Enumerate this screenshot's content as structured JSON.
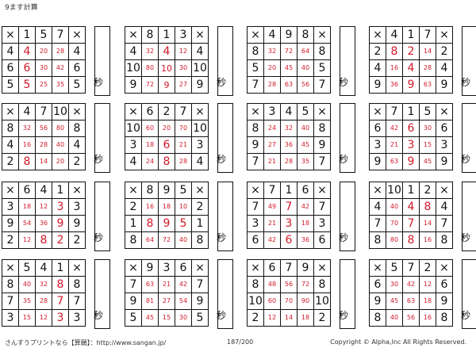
{
  "title": "9ます計算",
  "footer": {
    "left": "さんすうプリントなら【算願】：http://www.sangan.jp/",
    "page": "187/200",
    "right": "Copyright © Alpha,Inc All Rights Reserved."
  },
  "time_label": "秒",
  "operator": "×",
  "colors": {
    "line": "#111111",
    "answer": "#d21a2a"
  },
  "puzzles": [
    {
      "top": [
        "1",
        "5",
        "7"
      ],
      "left": [
        "4",
        "6",
        "5"
      ],
      "right": [
        "4",
        "6",
        "5"
      ],
      "cells": [
        [
          "4",
          "20",
          "28"
        ],
        [
          "6",
          "30",
          "42"
        ],
        [
          "5",
          "25",
          "35"
        ]
      ],
      "big": [
        [
          0,
          0
        ],
        [
          1,
          0
        ],
        [
          2,
          0
        ]
      ]
    },
    {
      "top": [
        "8",
        "1",
        "3"
      ],
      "left": [
        "4",
        "10",
        "9"
      ],
      "right": [
        "4",
        "10",
        "9"
      ],
      "cells": [
        [
          "32",
          "4",
          "12"
        ],
        [
          "80",
          "10",
          "30"
        ],
        [
          "72",
          "9",
          "27"
        ]
      ],
      "big": [
        [
          0,
          1
        ]
      ],
      "mid": [
        [
          1,
          1
        ],
        [
          2,
          1
        ]
      ]
    },
    {
      "top": [
        "4",
        "9",
        "8"
      ],
      "left": [
        "8",
        "5",
        "7"
      ],
      "right": [
        "8",
        "5",
        "7"
      ],
      "cells": [
        [
          "32",
          "72",
          "64"
        ],
        [
          "20",
          "45",
          "40"
        ],
        [
          "28",
          "63",
          "56"
        ]
      ]
    },
    {
      "top": [
        "4",
        "1",
        "7"
      ],
      "left": [
        "2",
        "4",
        "9"
      ],
      "right": [
        "2",
        "4",
        "9"
      ],
      "cells": [
        [
          "8",
          "2",
          "14"
        ],
        [
          "16",
          "4",
          "28"
        ],
        [
          "36",
          "9",
          "63"
        ]
      ],
      "big": [
        [
          0,
          0
        ],
        [
          0,
          1
        ],
        [
          1,
          1
        ],
        [
          2,
          1
        ]
      ]
    },
    {
      "top": [
        "4",
        "7",
        "10"
      ],
      "left": [
        "8",
        "4",
        "2"
      ],
      "right": [
        "8",
        "4",
        "2"
      ],
      "cells": [
        [
          "32",
          "56",
          "80"
        ],
        [
          "16",
          "28",
          "40"
        ],
        [
          "8",
          "14",
          "20"
        ]
      ],
      "big": [
        [
          2,
          0
        ]
      ]
    },
    {
      "top": [
        "6",
        "2",
        "7"
      ],
      "left": [
        "10",
        "3",
        "4"
      ],
      "right": [
        "10",
        "3",
        "4"
      ],
      "cells": [
        [
          "60",
          "20",
          "70"
        ],
        [
          "18",
          "6",
          "21"
        ],
        [
          "24",
          "8",
          "28"
        ]
      ],
      "big": [
        [
          1,
          1
        ],
        [
          2,
          1
        ]
      ]
    },
    {
      "top": [
        "3",
        "4",
        "5"
      ],
      "left": [
        "8",
        "9",
        "7"
      ],
      "right": [
        "8",
        "9",
        "7"
      ],
      "cells": [
        [
          "24",
          "32",
          "40"
        ],
        [
          "27",
          "36",
          "45"
        ],
        [
          "21",
          "28",
          "35"
        ]
      ]
    },
    {
      "top": [
        "7",
        "1",
        "5"
      ],
      "left": [
        "6",
        "3",
        "9"
      ],
      "right": [
        "6",
        "3",
        "9"
      ],
      "cells": [
        [
          "42",
          "6",
          "30"
        ],
        [
          "21",
          "3",
          "15"
        ],
        [
          "63",
          "9",
          "45"
        ]
      ],
      "big": [
        [
          0,
          1
        ],
        [
          1,
          1
        ],
        [
          2,
          1
        ]
      ]
    },
    {
      "top": [
        "6",
        "4",
        "1"
      ],
      "left": [
        "3",
        "9",
        "2"
      ],
      "right": [
        "3",
        "9",
        "2"
      ],
      "cells": [
        [
          "18",
          "12",
          "3"
        ],
        [
          "54",
          "36",
          "9"
        ],
        [
          "12",
          "8",
          "2"
        ]
      ],
      "big": [
        [
          0,
          2
        ],
        [
          1,
          2
        ],
        [
          2,
          1
        ],
        [
          2,
          2
        ]
      ]
    },
    {
      "top": [
        "8",
        "9",
        "5"
      ],
      "left": [
        "2",
        "1",
        "8"
      ],
      "right": [
        "2",
        "1",
        "8"
      ],
      "cells": [
        [
          "16",
          "18",
          "10"
        ],
        [
          "8",
          "9",
          "5"
        ],
        [
          "64",
          "72",
          "40"
        ]
      ],
      "big": [
        [
          1,
          0
        ],
        [
          1,
          1
        ],
        [
          1,
          2
        ]
      ]
    },
    {
      "top": [
        "7",
        "1",
        "6"
      ],
      "left": [
        "7",
        "3",
        "6"
      ],
      "right": [
        "7",
        "3",
        "6"
      ],
      "cells": [
        [
          "49",
          "7",
          "42"
        ],
        [
          "21",
          "3",
          "18"
        ],
        [
          "42",
          "6",
          "36"
        ]
      ],
      "big": [
        [
          0,
          1
        ],
        [
          1,
          1
        ],
        [
          2,
          1
        ]
      ]
    },
    {
      "top": [
        "10",
        "1",
        "2"
      ],
      "left": [
        "4",
        "7",
        "8"
      ],
      "right": [
        "4",
        "7",
        "8"
      ],
      "cells": [
        [
          "40",
          "4",
          "8"
        ],
        [
          "70",
          "7",
          "14"
        ],
        [
          "80",
          "8",
          "16"
        ]
      ],
      "big": [
        [
          0,
          1
        ],
        [
          0,
          2
        ],
        [
          1,
          1
        ],
        [
          2,
          1
        ]
      ]
    },
    {
      "top": [
        "5",
        "4",
        "1"
      ],
      "left": [
        "8",
        "7",
        "3"
      ],
      "right": [
        "8",
        "7",
        "3"
      ],
      "cells": [
        [
          "40",
          "32",
          "8"
        ],
        [
          "35",
          "28",
          "7"
        ],
        [
          "15",
          "12",
          "3"
        ]
      ],
      "big": [
        [
          0,
          2
        ],
        [
          1,
          2
        ],
        [
          2,
          2
        ]
      ]
    },
    {
      "top": [
        "9",
        "3",
        "6"
      ],
      "left": [
        "7",
        "9",
        "5"
      ],
      "right": [
        "7",
        "9",
        "5"
      ],
      "cells": [
        [
          "63",
          "21",
          "42"
        ],
        [
          "81",
          "27",
          "54"
        ],
        [
          "45",
          "15",
          "30"
        ]
      ]
    },
    {
      "top": [
        "6",
        "7",
        "9"
      ],
      "left": [
        "8",
        "10",
        "2"
      ],
      "right": [
        "8",
        "10",
        "2"
      ],
      "cells": [
        [
          "48",
          "56",
          "72"
        ],
        [
          "60",
          "70",
          "90"
        ],
        [
          "12",
          "14",
          "18"
        ]
      ]
    },
    {
      "top": [
        "5",
        "7",
        "2"
      ],
      "left": [
        "6",
        "9",
        "8"
      ],
      "right": [
        "6",
        "9",
        "8"
      ],
      "cells": [
        [
          "30",
          "42",
          "12"
        ],
        [
          "45",
          "63",
          "18"
        ],
        [
          "40",
          "56",
          "16"
        ]
      ]
    }
  ]
}
